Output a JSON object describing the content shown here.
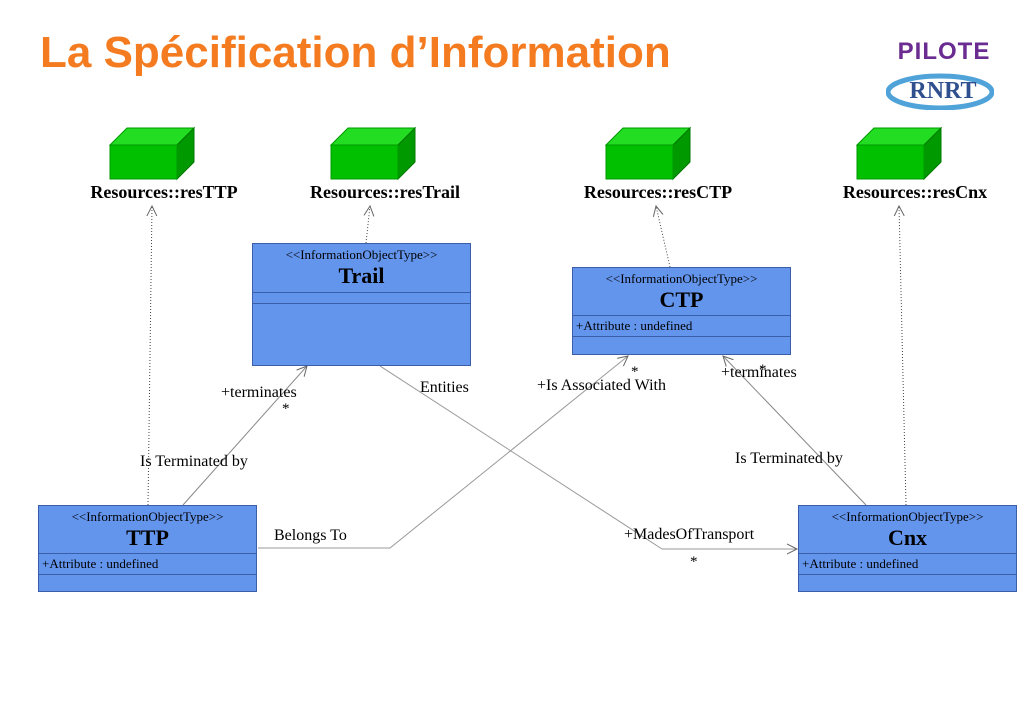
{
  "title": "La Spécification d’Information",
  "logo": {
    "top_text": "PILOTE",
    "oval_text": "RNRT"
  },
  "resources": [
    {
      "label": "Resources::resTTP"
    },
    {
      "label": "Resources::resTrail"
    },
    {
      "label": "Resources::resCTP"
    },
    {
      "label": "Resources::resCnx"
    }
  ],
  "classes": {
    "trail": {
      "stereotype": "<<InformationObjectType>>",
      "name": "Trail"
    },
    "ctp": {
      "stereotype": "<<InformationObjectType>>",
      "name": "CTP",
      "attribute": "+Attribute : undefined"
    },
    "ttp": {
      "stereotype": "<<InformationObjectType>>",
      "name": "TTP",
      "attribute": "+Attribute : undefined"
    },
    "cnx": {
      "stereotype": "<<InformationObjectType>>",
      "name": "Cnx",
      "attribute": "+Attribute : undefined"
    }
  },
  "associations": {
    "ttp_trail_role": "+terminates",
    "ttp_trail_name": "Is Terminated by",
    "entities": "Entities",
    "ctp_assoc_role": "+Is Associated With",
    "cnx_ctp_role": "+terminates",
    "cnx_ctp_name": "Is Terminated by",
    "belongs_to": "Belongs To",
    "mades_of_transport": "+MadesOfTransport"
  },
  "multiplicities": {
    "ttp_trail": "*",
    "ctp_assoc": "*",
    "cnx_ctp": "*",
    "mades": "*"
  },
  "colors": {
    "title": "#f47b20",
    "class_fill": "#6495ed",
    "cube_front": "#00c000",
    "cube_top": "#22dd22",
    "cube_side": "#009900"
  }
}
